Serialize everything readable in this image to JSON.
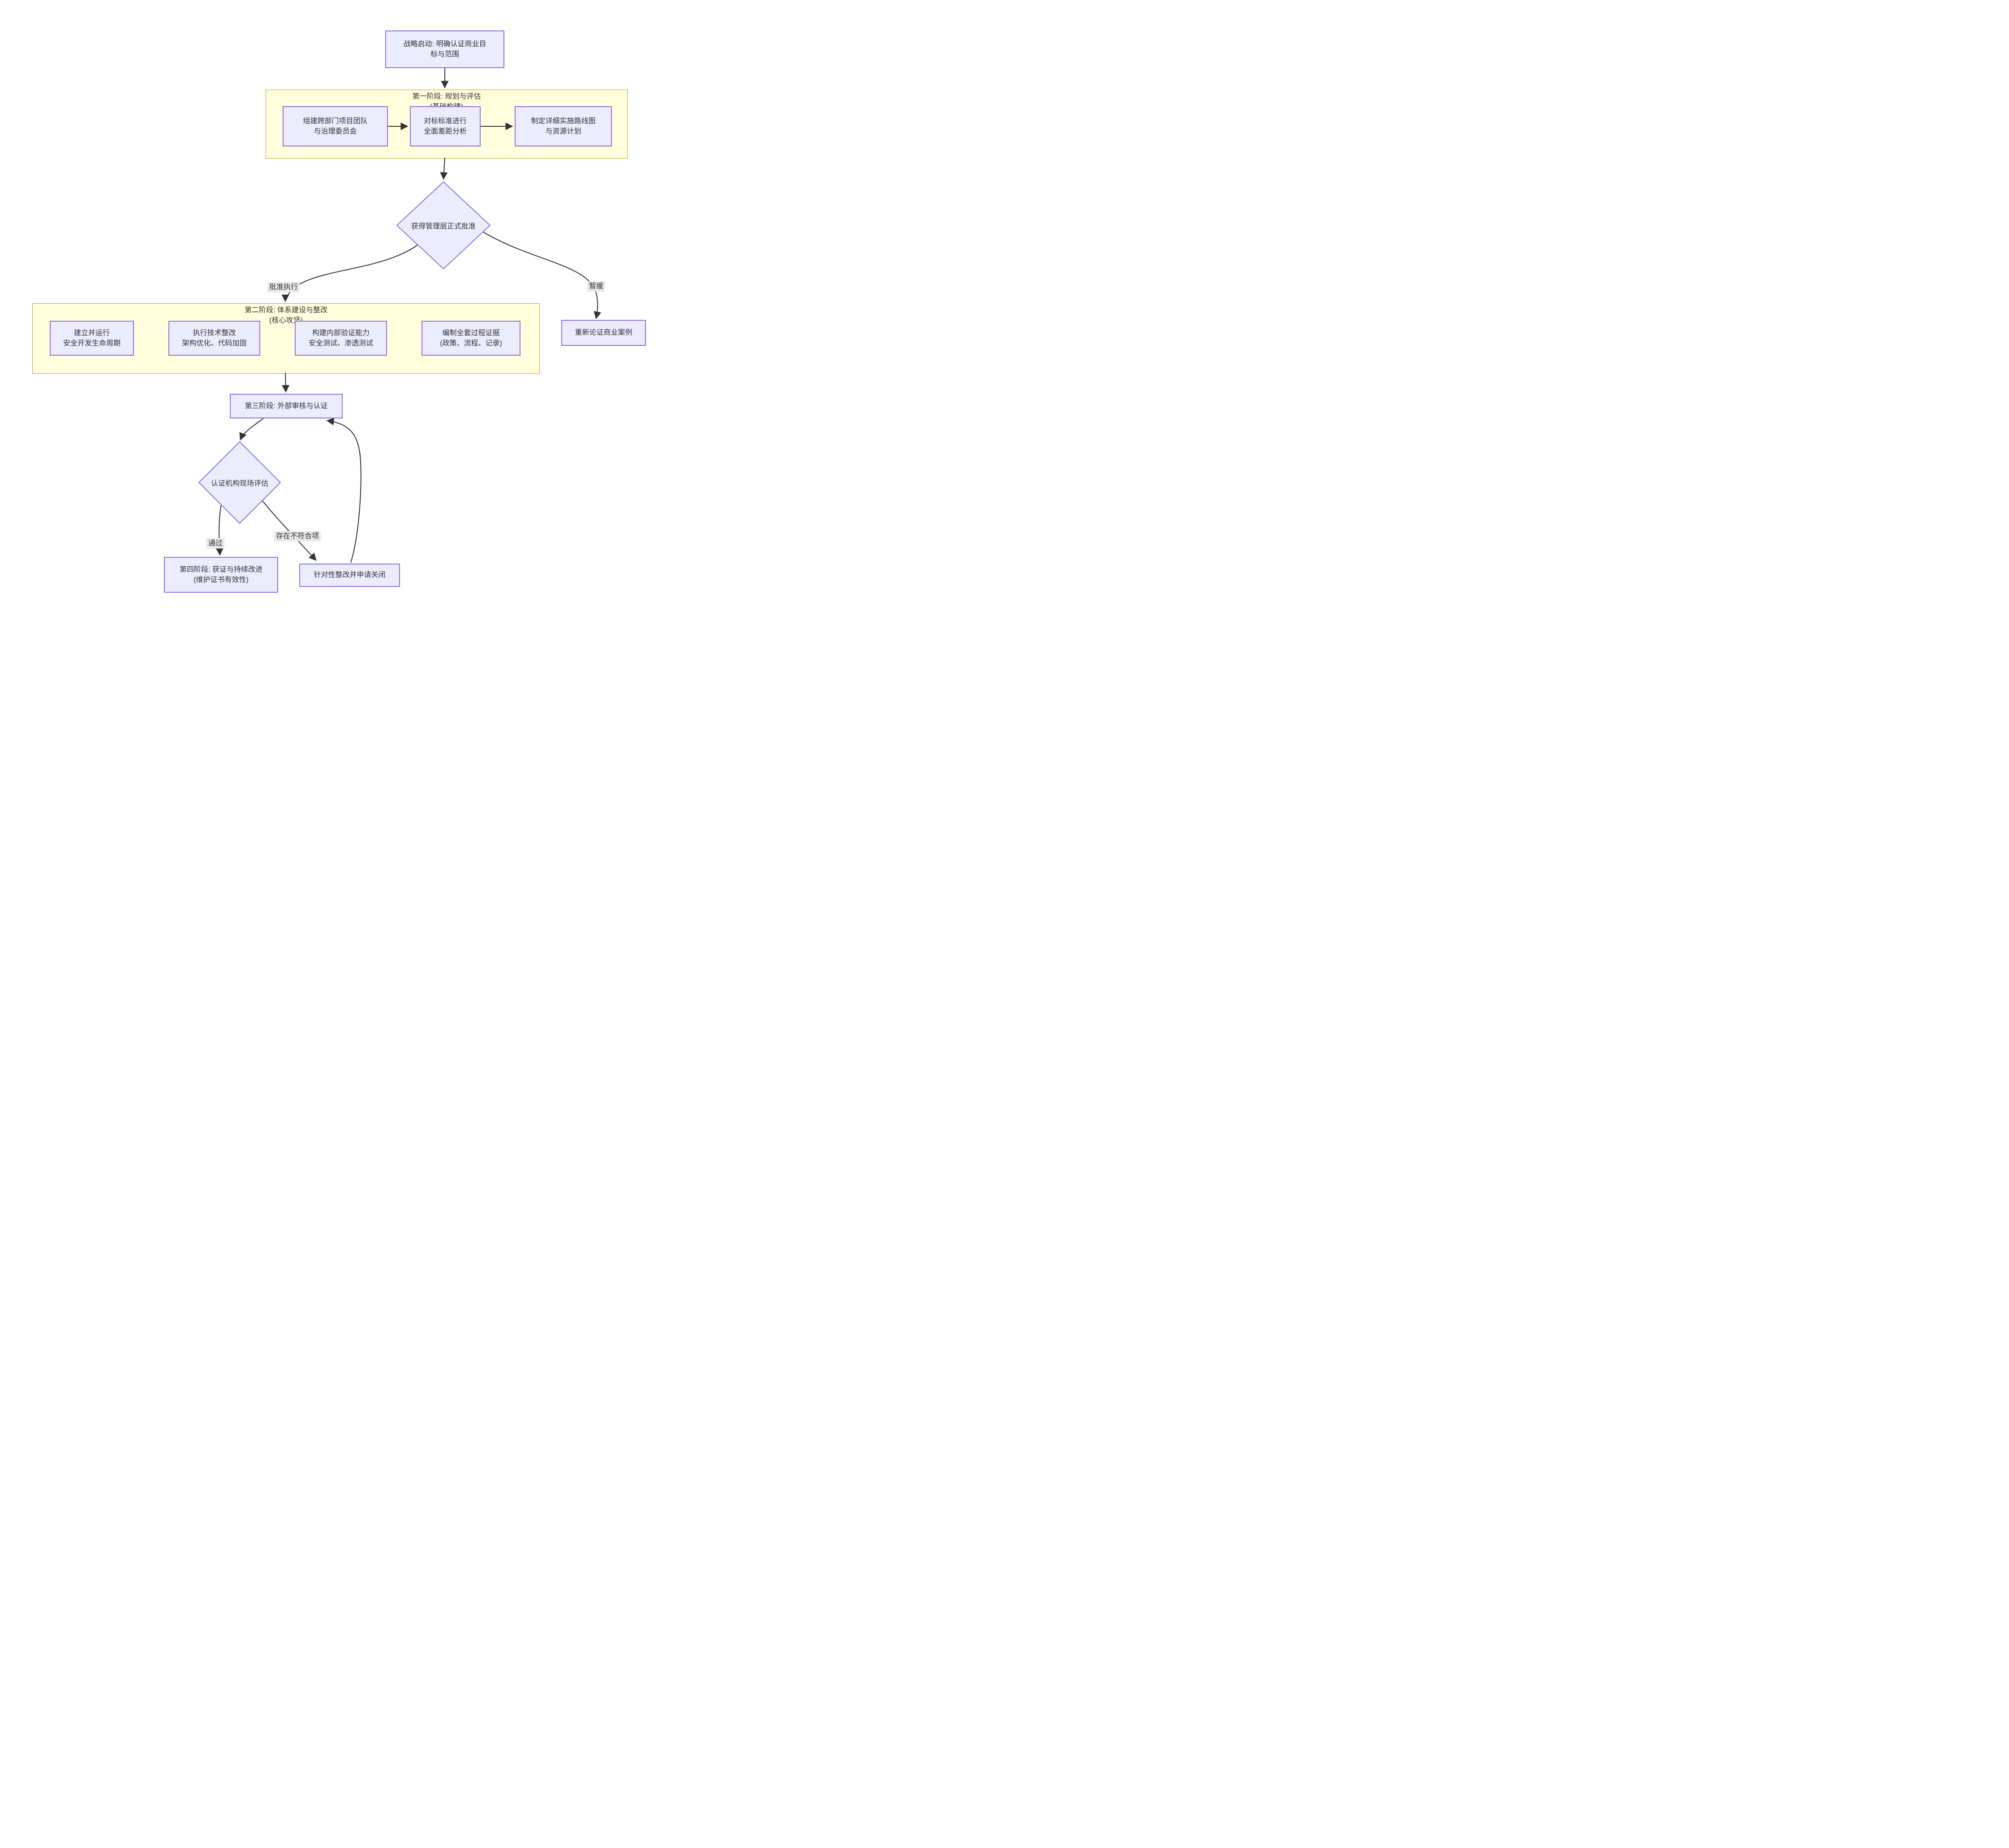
{
  "diagram": {
    "nodes": {
      "start": "战略启动: 明确认证商业目\n标与范围",
      "team": "组建跨部门项目团队\n与治理委员会",
      "gap": "对标标准进行\n全面差距分析",
      "roadmap": "制定详细实施路线图\n与资源计划",
      "approval": "获得管理层正式批准",
      "sdl": "建立并运行\n安全开发生命周期",
      "remediation": "执行技术整改\n架构优化、代码加固",
      "verify": "构建内部验证能力\n安全测试、渗透测试",
      "evidence": "编制全套过程证据\n(政策、流程、记录)",
      "rebuild": "重新论证商业案例",
      "phase3": "第三阶段: 外部审核与认证",
      "audit": "认证机构现场评估",
      "phase4": "第四阶段: 获证与持续改进\n(维护证书有效性)",
      "fix": "针对性整改并申请关闭"
    },
    "clusters": {
      "phase1": "第一阶段: 规划与评估\n(基础构建)",
      "phase2": "第二阶段: 体系建设与整改\n(核心攻坚)"
    },
    "edge_labels": {
      "approve": "批准执行",
      "hold": "暂缓",
      "pass": "通过",
      "nonconform": "存在不符合项"
    },
    "colors": {
      "node_fill": "#ECECFF",
      "node_border": "#9370DB",
      "cluster_fill": "#FFFFDE",
      "cluster_border": "#AAAA33",
      "edge": "#333333",
      "edge_label_bg": "#E8E8E8",
      "text": "#333333"
    }
  }
}
